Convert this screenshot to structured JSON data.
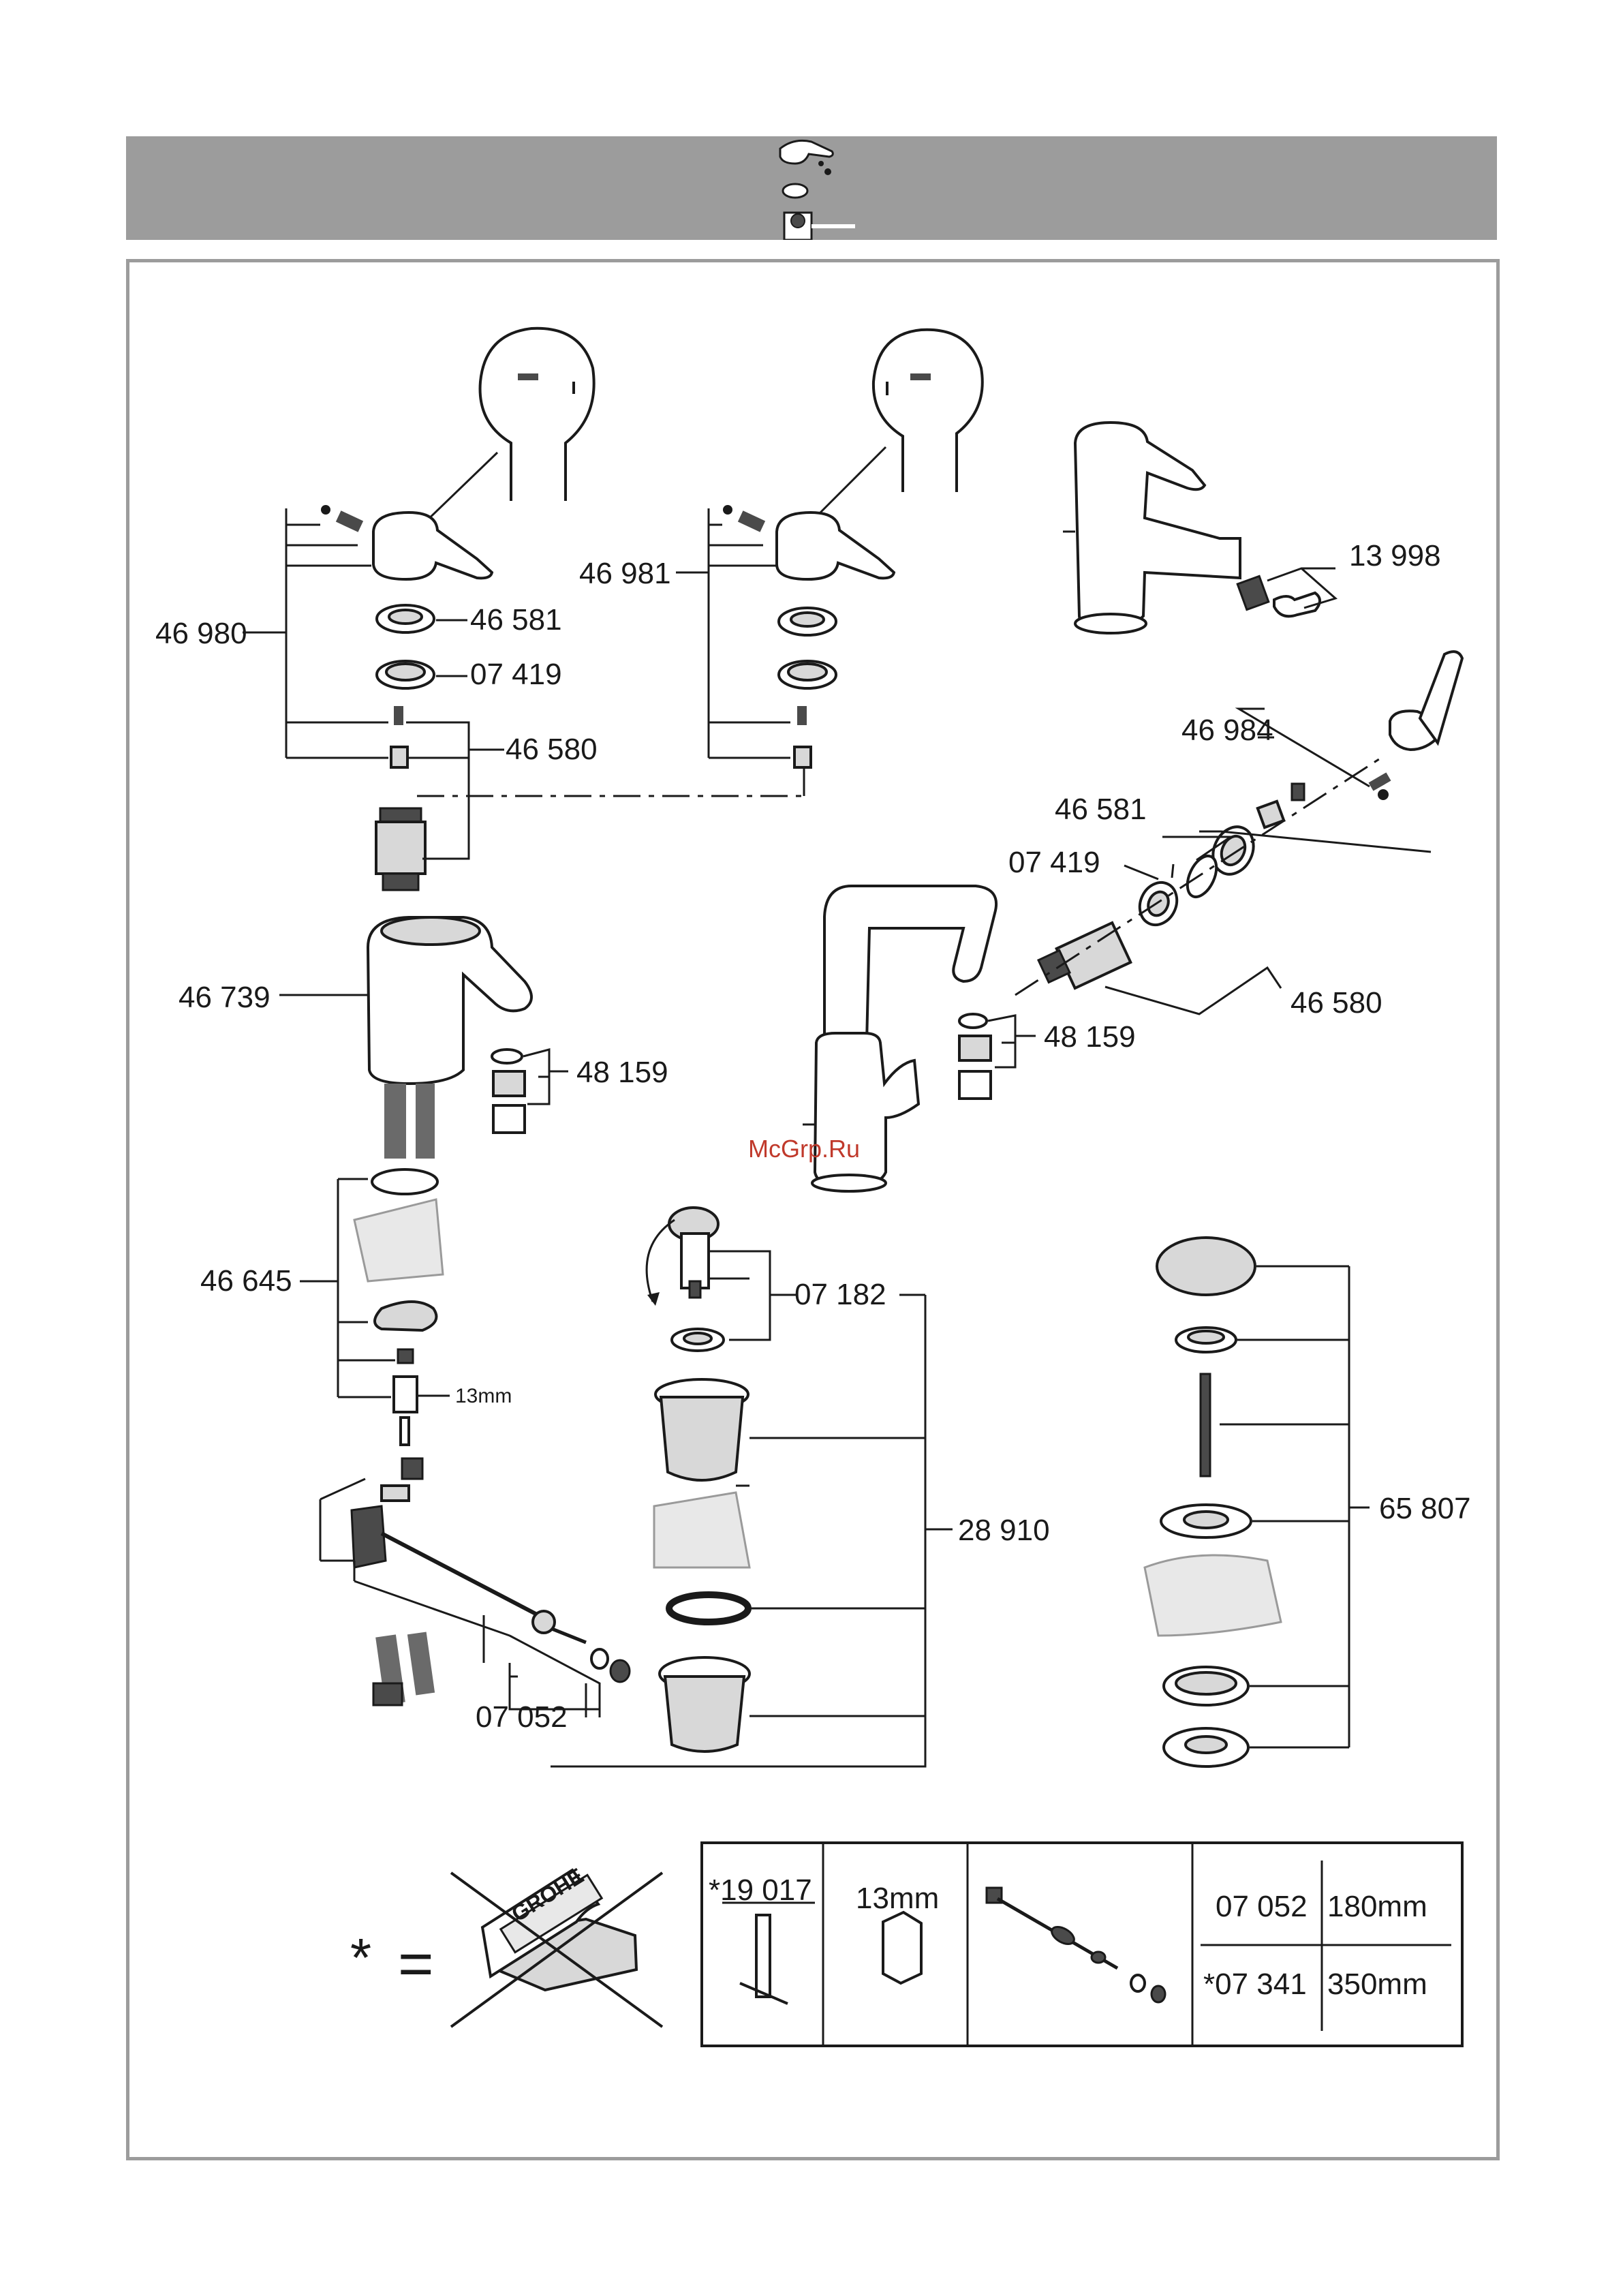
{
  "labels": {
    "p46980": "46 980",
    "p46981": "46 981",
    "p46581_left": "46 581",
    "p07419_left": "07 419",
    "p46580_left": "46 580",
    "p46739": "46 739",
    "p48159_left": "48 159",
    "p46645": "46 645",
    "wrench_13mm": "13mm",
    "p07052": "07 052",
    "p07182": "07 182",
    "p28910": "28 910",
    "p65807": "65 807",
    "p13998": "13 998",
    "p46984": "46 984",
    "p46581_right": "46 581",
    "p07419_right": "07 419",
    "p46580_right": "46 580",
    "p48159_right": "48 159"
  },
  "watermark": "McGrp.Ru",
  "legend": {
    "asterisk": "*",
    "equals": "=",
    "grohe_logo": "GROHE"
  },
  "table": {
    "tool_part": "*19 017",
    "wrench_size": "13mm",
    "rows": [
      {
        "part": "07 052",
        "length": "180mm"
      },
      {
        "part": "*07 341",
        "length": "350mm"
      }
    ]
  },
  "icons": [
    "handle-icon",
    "brand-logo-icon",
    "cartridge-icon",
    "aerator-icon",
    "pop-up-waste-icon",
    "cloth-icon",
    "hex-wrench-icon",
    "hose-icon"
  ],
  "colors": {
    "header_bar": "#9c9c9c",
    "frame": "#9c9c9c",
    "watermark": "#c0392b"
  }
}
